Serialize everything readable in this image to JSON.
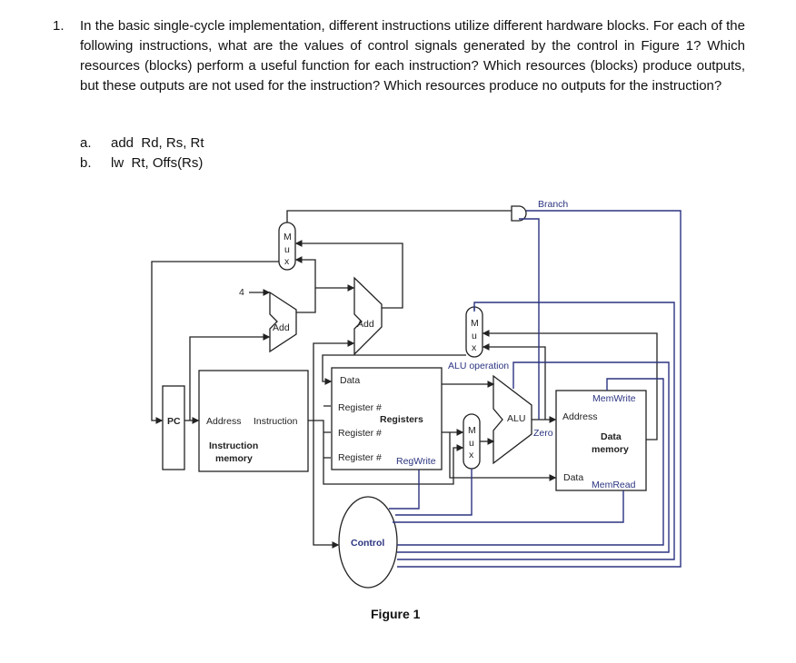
{
  "question": {
    "number": "1.",
    "text": "In the basic single-cycle implementation, different instructions utilize different hardware blocks. For each of the following instructions, what are the values of control signals generated by the control in Figure 1? Which resources (blocks) perform a useful function for each instruction? Which resources (blocks) produce outputs, but these outputs are not used for the instruction? Which resources produce no outputs for the instruction?",
    "items": [
      {
        "label": "a.",
        "text": "add  Rd, Rs, Rt"
      },
      {
        "label": "b.",
        "text": "lw  Rt, Offs(Rs)"
      }
    ]
  },
  "figure": {
    "caption": "Figure 1",
    "labels": {
      "branch": "Branch",
      "mux_m": "M",
      "mux_u": "u",
      "mux_x": "x",
      "four": "4",
      "add": "Add",
      "pc": "PC",
      "address": "Address",
      "instruction": "Instruction",
      "instruction_memory_1": "Instruction",
      "instruction_memory_2": "memory",
      "data": "Data",
      "register": "Register #",
      "registers": "Registers",
      "regwrite": "RegWrite",
      "alu_operation": "ALU operation",
      "alu": "ALU",
      "zero": "Zero",
      "memwrite": "MemWrite",
      "memread": "MemRead",
      "data_memory_1": "Data",
      "data_memory_2": "memory",
      "control": "Control"
    },
    "colors": {
      "wire": "#222222",
      "control_wire": "#2b3480"
    }
  }
}
